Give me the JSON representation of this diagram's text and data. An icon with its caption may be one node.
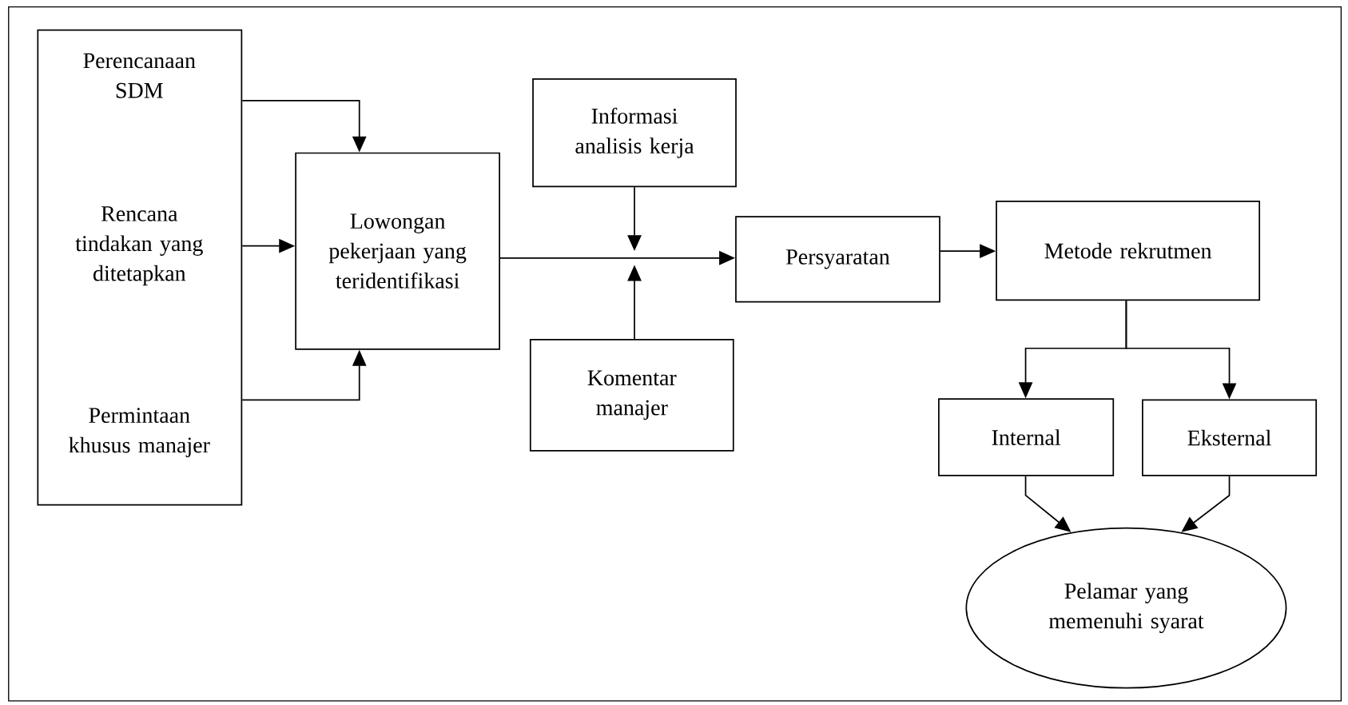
{
  "diagram": {
    "nodes": [
      {
        "text": [
          "Perencanaan SDM",
          "Rencana tindakan yang ditetapkan",
          "Permintaan khusus manajer"
        ]
      },
      {
        "text": [
          "Lowongan pekerjaan yang teridentifikasi"
        ]
      },
      {
        "text": [
          "Informasi analisis kerja"
        ]
      },
      {
        "text": [
          "Komentar manajer"
        ]
      },
      {
        "text": [
          "Persyaratan"
        ]
      },
      {
        "text": [
          "Metode rekrutmen"
        ]
      },
      {
        "text": [
          "Internal"
        ]
      },
      {
        "text": [
          "Eksternal"
        ]
      },
      {
        "text": [
          "Pelamar yang memenuhi syarat"
        ]
      }
    ],
    "edges": [
      {
        "from": 0,
        "to": 1,
        "arrow": "to"
      },
      {
        "from": 0,
        "to": 1,
        "arrow": "to"
      },
      {
        "from": 0,
        "to": 1,
        "arrow": "to"
      },
      {
        "from": 1,
        "to": 4,
        "arrow": "to"
      },
      {
        "from": 2,
        "to": null,
        "arrow": "to"
      },
      {
        "from": 3,
        "to": null,
        "arrow": "to"
      },
      {
        "from": 4,
        "to": 5,
        "arrow": "to"
      },
      {
        "from": 5,
        "to": 6,
        "arrow": "to"
      },
      {
        "from": 5,
        "to": 7,
        "arrow": "to"
      },
      {
        "from": 6,
        "to": 8,
        "arrow": "to"
      },
      {
        "from": 7,
        "to": 8,
        "arrow": "to"
      }
    ]
  }
}
